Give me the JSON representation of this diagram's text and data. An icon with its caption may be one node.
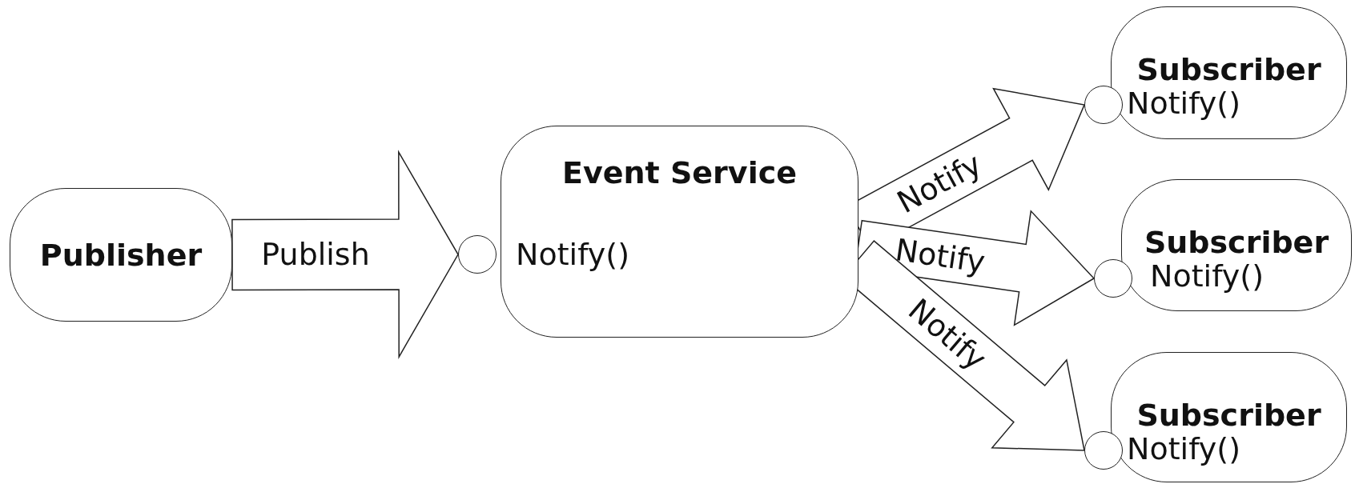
{
  "diagram": {
    "nodes": [
      {
        "text": [
          "Publisher"
        ]
      },
      {
        "text": [],
        "shape": "circle"
      },
      {
        "text": [
          "Event Service",
          "Notify()"
        ]
      },
      {
        "text": [],
        "shape": "circle"
      },
      {
        "text": [
          "Subscriber",
          "Notify()"
        ]
      },
      {
        "text": [],
        "shape": "circle"
      },
      {
        "text": [
          "Subscriber",
          "Notify()"
        ]
      },
      {
        "text": [],
        "shape": "circle"
      },
      {
        "text": [
          "Subscriber",
          "Notify()"
        ]
      }
    ],
    "edges": [
      {
        "from": 0,
        "to": 1,
        "arrow": "to",
        "label": "Publish"
      },
      {
        "from": 2,
        "to": 3,
        "arrow": "to",
        "label": "Notify"
      },
      {
        "from": 2,
        "to": 5,
        "arrow": "to",
        "label": "Notify"
      },
      {
        "from": 2,
        "to": 7,
        "arrow": "to",
        "label": "Notify"
      }
    ]
  }
}
